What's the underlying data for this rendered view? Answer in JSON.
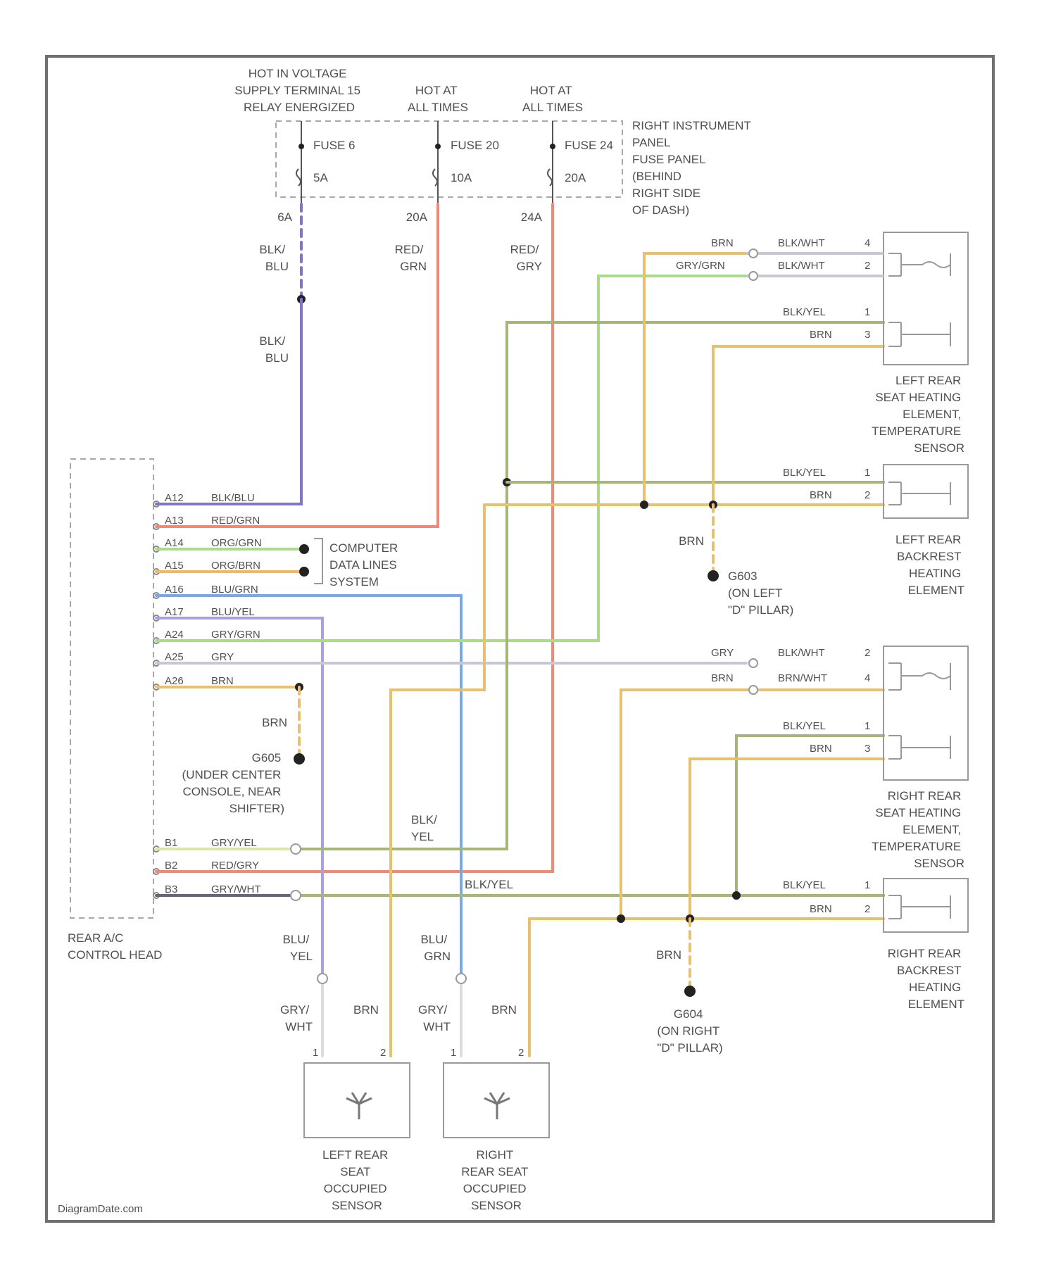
{
  "fuses": {
    "header_left": [
      "HOT IN VOLTAGE",
      "SUPPLY TERMINAL 15",
      "RELAY ENERGIZED"
    ],
    "header_mid": [
      "HOT AT",
      "ALL TIMES"
    ],
    "header_right": [
      "HOT AT",
      "ALL TIMES"
    ],
    "fuse1": {
      "name": "FUSE 6",
      "rating": "5A",
      "pin": "6A"
    },
    "fuse2": {
      "name": "FUSE 20",
      "rating": "10A",
      "pin": "20A"
    },
    "fuse3": {
      "name": "FUSE 24",
      "rating": "20A",
      "pin": "24A"
    },
    "panel_label": [
      "RIGHT INSTRUMENT",
      "PANEL",
      "FUSE PANEL",
      "(BEHIND",
      "RIGHT SIDE",
      "OF DASH)"
    ]
  },
  "wires_top": {
    "w1": [
      "BLK/",
      "BLU"
    ],
    "w1b": [
      "BLK/",
      "BLU"
    ],
    "w2": [
      "RED/",
      "GRN"
    ],
    "w3": [
      "RED/",
      "GRY"
    ]
  },
  "control_head": {
    "label": [
      "REAR A/C",
      "CONTROL HEAD"
    ],
    "pins_a": [
      {
        "pin": "A12",
        "color": "BLK/BLU"
      },
      {
        "pin": "A13",
        "color": "RED/GRN"
      },
      {
        "pin": "A14",
        "color": "ORG/GRN"
      },
      {
        "pin": "A15",
        "color": "ORG/BRN"
      },
      {
        "pin": "A16",
        "color": "BLU/GRN"
      },
      {
        "pin": "A17",
        "color": "BLU/YEL"
      },
      {
        "pin": "A24",
        "color": "GRY/GRN"
      },
      {
        "pin": "A25",
        "color": "GRY"
      },
      {
        "pin": "A26",
        "color": "BRN"
      }
    ],
    "pins_b": [
      {
        "pin": "B1",
        "color": "GRY/YEL"
      },
      {
        "pin": "B2",
        "color": "RED/GRY"
      },
      {
        "pin": "B3",
        "color": "GRY/WHT"
      }
    ]
  },
  "data_lines": [
    "COMPUTER",
    "DATA LINES",
    "SYSTEM"
  ],
  "ground_g605": {
    "wire": "BRN",
    "label": [
      "G605",
      "(UNDER CENTER",
      "CONSOLE, NEAR",
      "SHIFTER)"
    ]
  },
  "ground_g603": {
    "wire": "BRN",
    "label": [
      "G603",
      "(ON LEFT",
      "\"D\" PILLAR)"
    ]
  },
  "ground_g604": {
    "wire": "BRN",
    "label": [
      "G604",
      "(ON RIGHT",
      "\"D\" PILLAR)"
    ]
  },
  "left_temp": {
    "label": [
      "LEFT REAR",
      "SEAT HEATING",
      "ELEMENT,",
      "TEMPERATURE",
      "SENSOR"
    ],
    "rows": [
      {
        "outer": "BRN",
        "inner": "BLK/WHT",
        "pin": "4"
      },
      {
        "outer": "GRY/GRN",
        "inner": "BLK/WHT",
        "pin": "2"
      },
      {
        "outer": "",
        "inner": "BLK/YEL",
        "pin": "1"
      },
      {
        "outer": "",
        "inner": "BRN",
        "pin": "3"
      }
    ]
  },
  "left_back": {
    "label": [
      "LEFT REAR",
      "BACKREST",
      "HEATING",
      "ELEMENT"
    ],
    "rows": [
      {
        "inner": "BLK/YEL",
        "pin": "1"
      },
      {
        "inner": "BRN",
        "pin": "2"
      }
    ]
  },
  "right_temp": {
    "label": [
      "RIGHT REAR",
      "SEAT HEATING",
      "ELEMENT,",
      "TEMPERATURE",
      "SENSOR"
    ],
    "rows": [
      {
        "outer": "GRY",
        "inner": "BLK/WHT",
        "pin": "2"
      },
      {
        "outer": "BRN",
        "inner": "BRN/WHT",
        "pin": "4"
      },
      {
        "outer": "",
        "inner": "BLK/YEL",
        "pin": "1"
      },
      {
        "outer": "",
        "inner": "BRN",
        "pin": "3"
      }
    ]
  },
  "right_back": {
    "label": [
      "RIGHT REAR",
      "BACKREST",
      "HEATING",
      "ELEMENT"
    ],
    "rows": [
      {
        "inner": "BLK/YEL",
        "pin": "1"
      },
      {
        "inner": "BRN",
        "pin": "2"
      }
    ]
  },
  "mid_labels": {
    "blk_yel_a": [
      "BLK/",
      "YEL"
    ],
    "blk_yel_b": "BLK/YEL",
    "blu_yel": [
      "BLU/",
      "YEL"
    ],
    "blu_grn": [
      "BLU/",
      "GRN"
    ],
    "gry_wht_l": [
      "GRY/",
      "WHT"
    ],
    "gry_wht_r": [
      "GRY/",
      "WHT"
    ],
    "brn_l": "BRN",
    "brn_r": "BRN"
  },
  "left_occ": {
    "label": [
      "LEFT REAR",
      "SEAT",
      "OCCUPIED",
      "SENSOR"
    ],
    "pin1": "1",
    "pin2": "2"
  },
  "right_occ": {
    "label": [
      "RIGHT",
      "REAR SEAT",
      "OCCUPIED",
      "SENSOR"
    ],
    "pin1": "1",
    "pin2": "2"
  },
  "watermark": "DiagramDate.com",
  "colors": {
    "blk_blu": "#7d78c4",
    "red": "#f08a76",
    "green_light": "#a9dc86",
    "orange": "#f2b86a",
    "blue": "#7aa6ea",
    "purple_light": "#a7a2dc",
    "gray": "#c8c8d4",
    "brn": "#e8c170",
    "olive": "#a6b676",
    "dark_gray": "#666677"
  }
}
